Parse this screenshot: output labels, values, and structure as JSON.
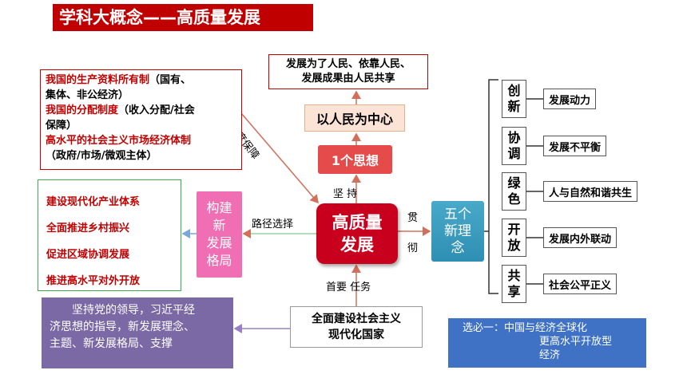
{
  "title": "学科大概念——高质量发展",
  "people_goal": [
    "发展为了人民、依靠人民、",
    "发展成果由人民共享"
  ],
  "people_center": "以人民为中心",
  "one_thought": "1个思想",
  "core": [
    "高质量",
    "发展"
  ],
  "edge_labels": {
    "persist": "坚    持",
    "run_through_1": "贯",
    "run_through_2": "彻",
    "path_choice": "路径选择",
    "primary_task": "首要 任务",
    "institution_guarantee": "制度保障"
  },
  "five_concepts": [
    "五个",
    "新理",
    "念"
  ],
  "concepts": [
    {
      "char": "创\n新",
      "desc": "发展动力"
    },
    {
      "char": "协\n调",
      "desc": "发展不平衡"
    },
    {
      "char": "绿\n色",
      "desc": "人与自然和谐共生"
    },
    {
      "char": "开\n放",
      "desc": "发展内外联动"
    },
    {
      "char": "共\n享",
      "desc": "社会公平正义"
    }
  ],
  "build_pattern": [
    "构建",
    "新",
    "发展",
    "格局"
  ],
  "measures": [
    "建设现代化产业体系",
    "全面推进乡村振兴",
    "促进区域协调发展",
    "推进高水平对外开放"
  ],
  "institution": {
    "line1_red": "我国的生产资料所有制",
    "line1_black": "（国有、",
    "line2": "集体、非公经济）",
    "line3_red": "我国的分配制度",
    "line3_black": "（收入分配/社会",
    "line4": "保障）",
    "line5_red": "高水平的社会主义市场经济体制",
    "line6": "（政府/市场/微观主体）"
  },
  "modernize": [
    "全面建设社会主义",
    "现代化国家"
  ],
  "party_lead": [
    "坚持党的领导，习近平经",
    "济思想的指导，新发展理念、",
    "主题、新发展格局、支撑"
  ],
  "note": [
    "选必一：中国与经济全球化",
    "更高水平开放型",
    "经济"
  ],
  "colors": {
    "title_bg": "#c00000",
    "core": "#c8001e",
    "measures_border": "#3eae4a",
    "concept_bg": "#2e8fb4",
    "party_bg": "#7b69a6",
    "note_bg": "#3f72c4"
  }
}
